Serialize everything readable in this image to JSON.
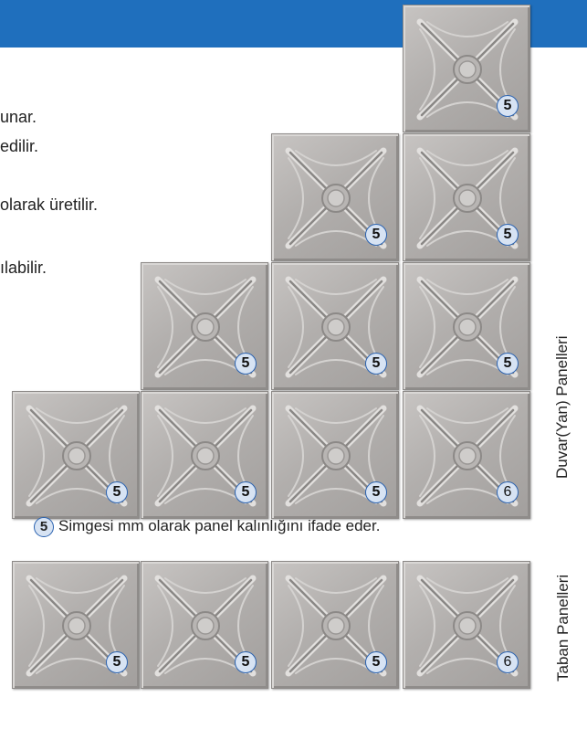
{
  "header": {
    "color": "#1f6fbd"
  },
  "text_lines": [
    "unar.",
    "edilir.",
    "olarak üretilir.",
    "ılabilir."
  ],
  "wall": {
    "label": "Duvar(Yan) Panelleri",
    "panels": [
      {
        "row": 1,
        "col": 4,
        "thickness": "5"
      },
      {
        "row": 2,
        "col": 3,
        "thickness": "5"
      },
      {
        "row": 2,
        "col": 4,
        "thickness": "5"
      },
      {
        "row": 3,
        "col": 2,
        "thickness": "5"
      },
      {
        "row": 3,
        "col": 3,
        "thickness": "5"
      },
      {
        "row": 3,
        "col": 4,
        "thickness": "5"
      },
      {
        "row": 4,
        "col": 1,
        "thickness": "5"
      },
      {
        "row": 4,
        "col": 2,
        "thickness": "5"
      },
      {
        "row": 4,
        "col": 3,
        "thickness": "5"
      },
      {
        "row": 4,
        "col": 4,
        "thickness": "6"
      }
    ]
  },
  "note": {
    "badge": "5",
    "text": "Simgesi mm olarak panel kalınlığını ifade eder."
  },
  "floor": {
    "label": "Taban Panelleri",
    "panels": [
      {
        "col": 1,
        "thickness": "5"
      },
      {
        "col": 2,
        "thickness": "5"
      },
      {
        "col": 3,
        "thickness": "5"
      },
      {
        "col": 4,
        "thickness": "6"
      }
    ]
  }
}
